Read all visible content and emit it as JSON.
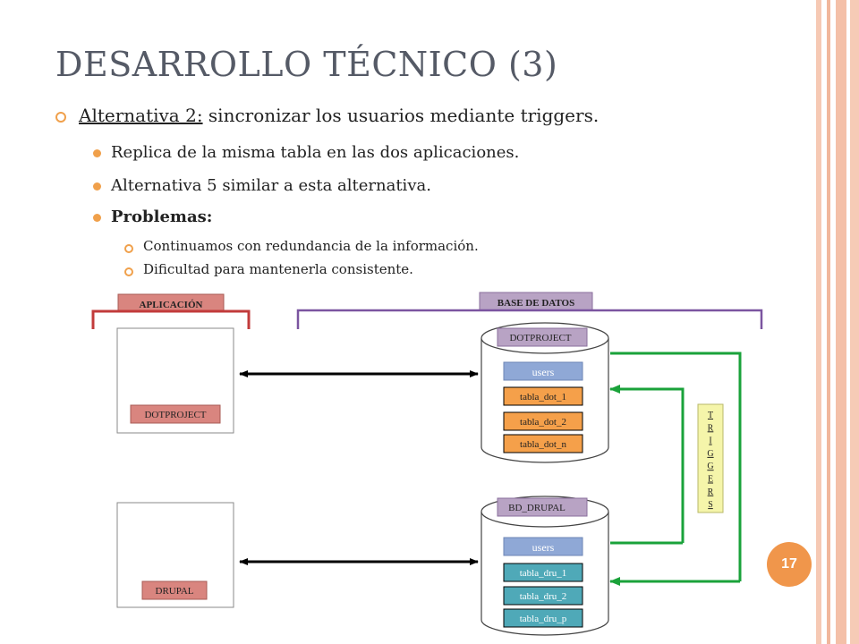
{
  "slide": {
    "title": "DESARROLLO TÉCNICO (3)",
    "bullet1": {
      "underlined": "Alternativa 2:",
      "rest": " sincronizar los usuarios mediante triggers."
    },
    "sub1": "Replica de la misma tabla en las dos aplicaciones.",
    "sub2": "Alternativa 5 similar a esta alternativa.",
    "sub3": "Problemas:",
    "subsub1": "Continuamos con redundancia de la información.",
    "subsub2": "Dificultad para mantenerla consistente.",
    "page_number": "17"
  },
  "diagram": {
    "app_header": "APLICACIÓN",
    "db_header": "BASE DE DATOS",
    "app_boxes": [
      "DOTPROJECT",
      "DRUPAL"
    ],
    "databases": [
      {
        "name": "DOTPROJECT",
        "tables": [
          "users",
          "tabla_dot_1",
          "tabla_dot_2",
          "tabla_dot_n"
        ]
      },
      {
        "name": "BD_DRUPAL",
        "tables": [
          "users",
          "tabla_dru_1",
          "tabla_dru_2",
          "tabla_dru_p"
        ]
      }
    ],
    "triggers_letters": [
      "T",
      "R",
      "I",
      "G",
      "G",
      "E",
      "R",
      "S"
    ]
  },
  "colors": {
    "stripe": "#f4c0a8",
    "accent": "#f0a04b",
    "app_label": "#d9857f",
    "db_label": "#b8a3c4",
    "users_box": "#8fa8d6",
    "orange_table": "#f5a04a",
    "teal_table": "#4fa9b8",
    "trigger_box": "#f5f5aa",
    "arrow_green": "#1aa23a",
    "bracket_app": "#c23b3b",
    "bracket_db": "#7b55a0"
  }
}
